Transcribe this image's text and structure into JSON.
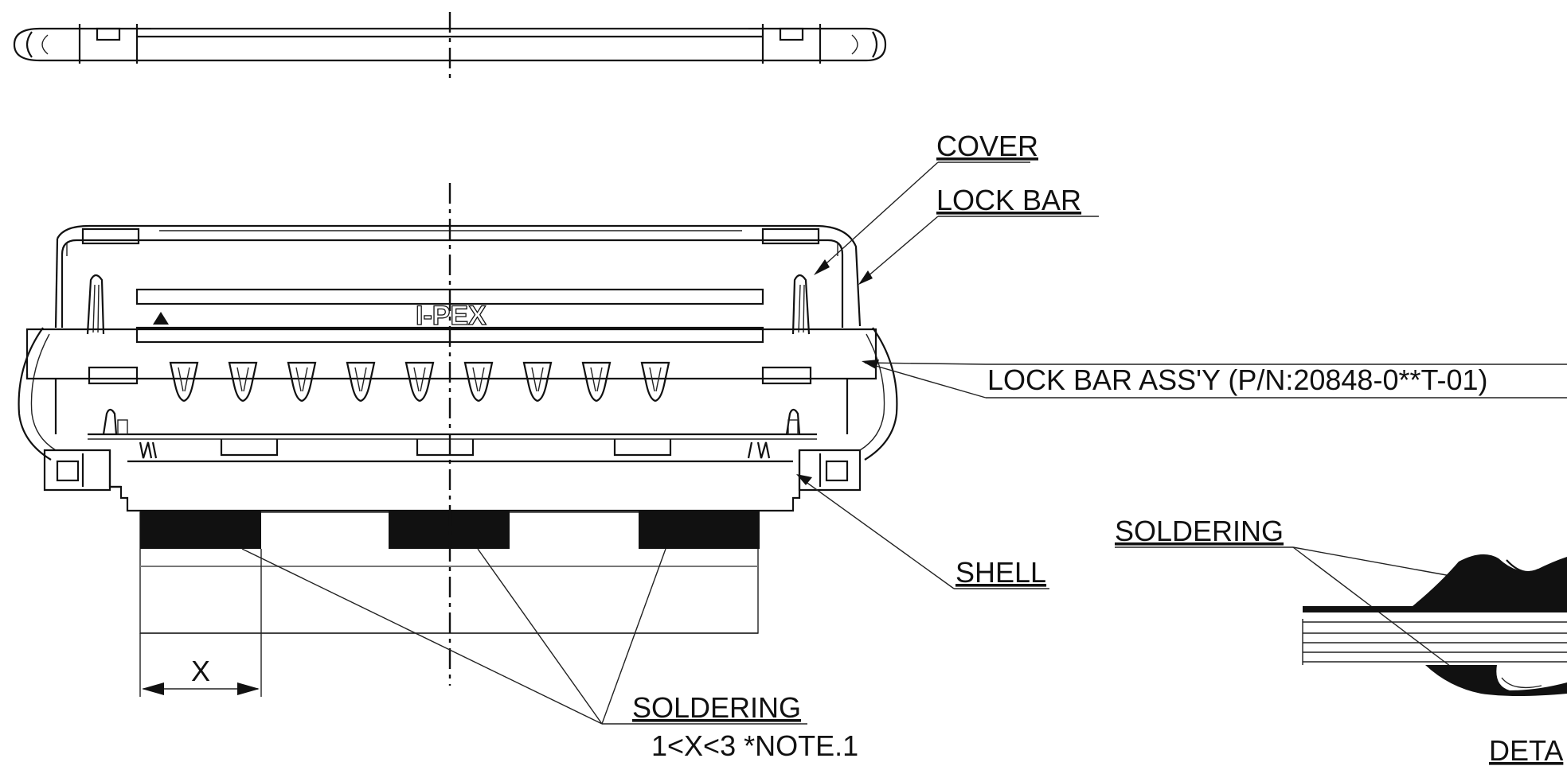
{
  "labels": {
    "cover": "COVER",
    "lock_bar": "LOCK BAR",
    "lock_bar_assy": "LOCK BAR ASS'Y (P/N:20848-0**T-01)",
    "shell": "SHELL",
    "soldering_main": "SOLDERING",
    "soldering_note": "1<X<3 *NOTE.1",
    "soldering_detail": "SOLDERING",
    "dimension_x": "X",
    "detail_caption": "DETA",
    "brand_marking": "I-PEX"
  },
  "colors": {
    "line": "#111111",
    "background": "#ffffff",
    "solder_fill": "#111111"
  }
}
